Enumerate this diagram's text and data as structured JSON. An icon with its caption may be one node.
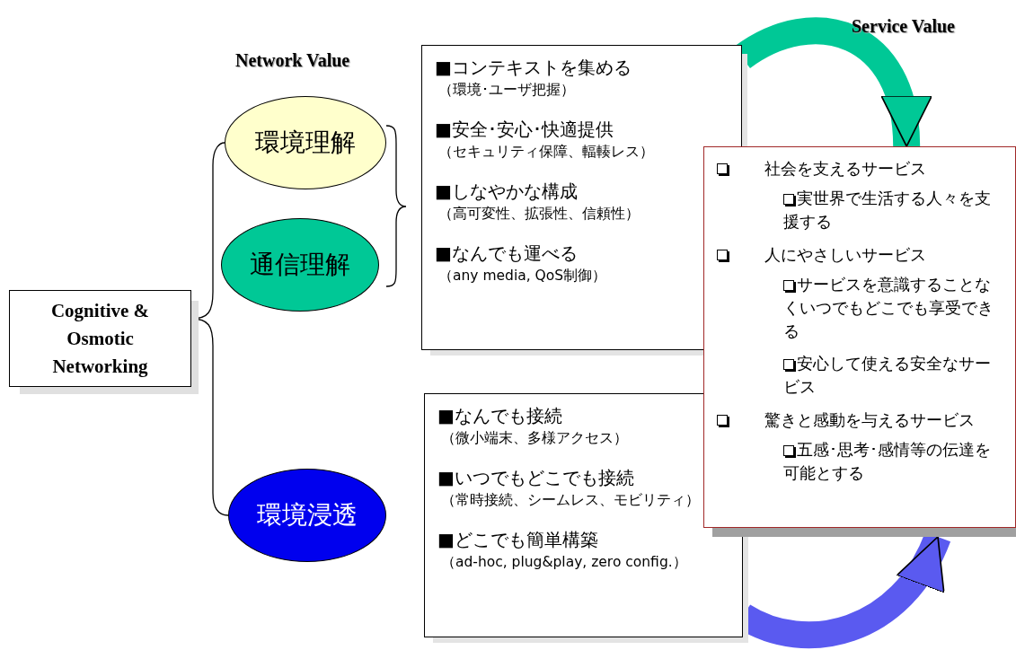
{
  "diagram": {
    "nodes": [
      {
        "text": [
          "Cognitive & Osmotic Networking"
        ]
      },
      {
        "text": [
          "環境理解"
        ]
      },
      {
        "text": [
          "通信理解"
        ]
      },
      {
        "text": [
          "環境浸透"
        ]
      },
      {
        "text": [
          "■コンテキストを集める",
          "（環境･ユーザ把握）",
          "■安全･安心･快適提供",
          "（セキュリティ保障、輻輳レス）",
          "■しなやかな構成",
          "（高可変性、拡張性、信頼性）",
          "■なんでも運べる",
          "（any media, QoS制御）"
        ]
      },
      {
        "text": [
          "■なんでも接続",
          "（微小端末、多様アクセス）",
          "■いつでもどこでも接続",
          "（常時接続、シームレス、モビリティ）",
          "■どこでも簡単構築",
          "（ad-hoc, plug&play, zero config.）"
        ]
      },
      {
        "text": [
          "社会を支えるサービス",
          "実世界で生活する人々を支援する",
          "人にやさしいサービス",
          "サービスを意識することなくいつでもどこでも享受できる",
          "安心して使える安全なサービス",
          "驚きと感動を与えるサービス",
          "五感･思考･感情等の伝達を可能とする"
        ]
      }
    ],
    "edges": [
      {
        "from": 0,
        "to": 1,
        "arrow": "none"
      },
      {
        "from": 0,
        "to": 3,
        "arrow": "none"
      },
      {
        "from": 4,
        "to": 6,
        "arrow": "to",
        "style": "thick",
        "color": "#00c896"
      },
      {
        "from": 5,
        "to": 6,
        "arrow": "to",
        "style": "thick",
        "color": "#5a5af0"
      }
    ],
    "labels": [
      "Network Value",
      "Service Value"
    ]
  }
}
